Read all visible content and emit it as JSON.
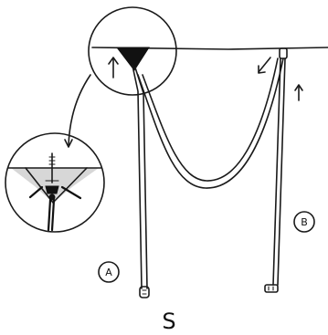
{
  "labels": {
    "a": "A",
    "b": "B",
    "s": "S"
  },
  "icons": {
    "up_arrow": "arrow-up",
    "down_left_arrow": "arrow-down-left",
    "buckle": "buckle"
  }
}
